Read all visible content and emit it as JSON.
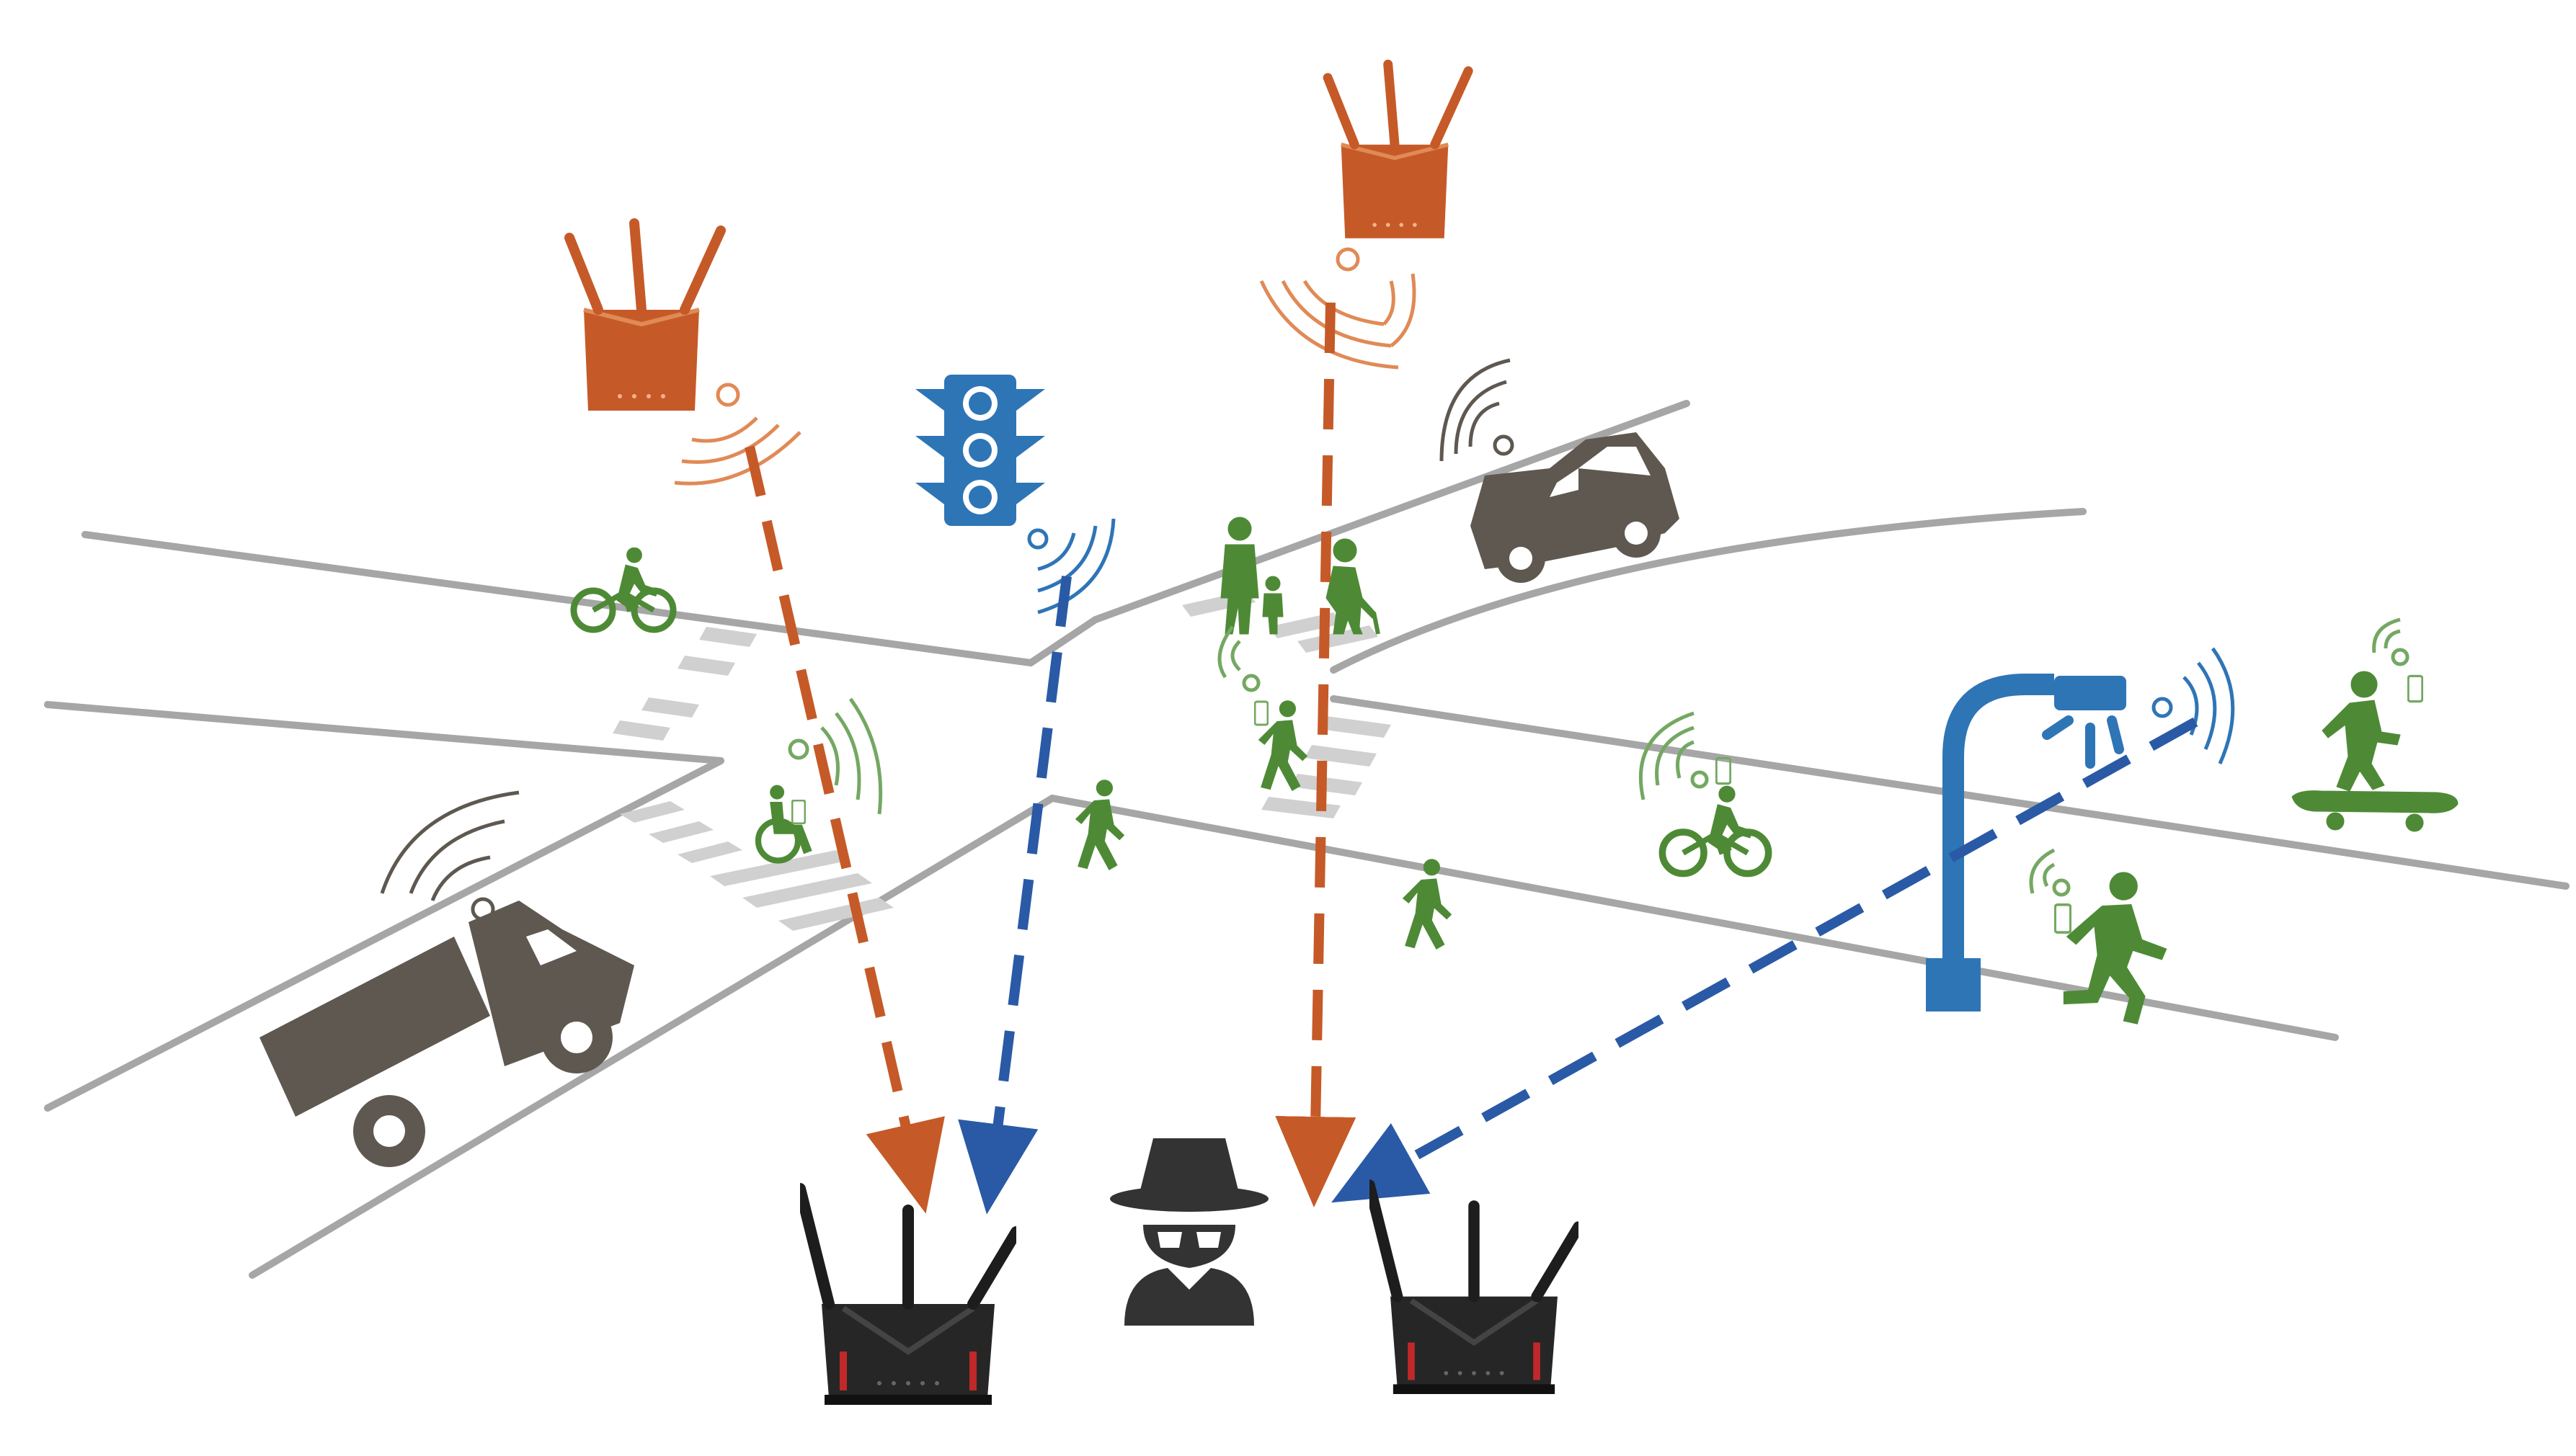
{
  "colors": {
    "road": "#a6a6a6",
    "crosswalk": "#d0d0d0",
    "router_tx": "#c55a28",
    "router_tx_light": "#e08a56",
    "router_rx": "#262626",
    "router_rx_accent": "#c0282a",
    "infrastructure": "#2e75b6",
    "vehicle": "#5e5850",
    "pedestrian": "#4e8a36",
    "eavesdropper": "#333333",
    "link_orange": "#c55a28",
    "link_blue": "#2a5aa6",
    "signal_green": "#74a862",
    "signal_blue": "#2e75b6",
    "signal_gray": "#5e5850"
  },
  "icons": {
    "transmitter": "router-icon",
    "receiver": "router-icon",
    "traffic_light": "traffic-light-icon",
    "street_lamp": "street-lamp-icon",
    "car": "car-icon",
    "truck": "truck-icon",
    "cyclist": "cyclist-icon",
    "wheelchair": "wheelchair-user-icon",
    "walker": "pedestrian-icon",
    "runner": "runner-icon",
    "skateboarder": "skateboarder-icon",
    "family": "family-icon",
    "elder": "elderly-person-icon",
    "eavesdropper": "spy-icon",
    "wifi": "wifi-waves-icon"
  },
  "links": [
    {
      "from": "router-left",
      "to": "receiver-left",
      "color": "link_orange"
    },
    {
      "from": "traffic-light",
      "to": "receiver-left",
      "color": "link_blue"
    },
    {
      "from": "router-top",
      "to": "receiver-right",
      "color": "link_orange"
    },
    {
      "from": "street-lamp",
      "to": "receiver-right",
      "color": "link_blue"
    }
  ]
}
